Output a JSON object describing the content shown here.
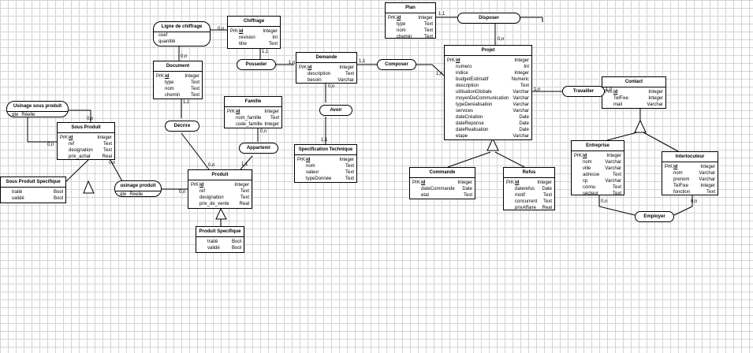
{
  "entities": {
    "plan": {
      "title": "Plan",
      "rows": [
        [
          "PrK",
          "id",
          "Integer"
        ],
        [
          "",
          "type",
          "Text"
        ],
        [
          "",
          "nom",
          "Text"
        ],
        [
          "",
          "chemin",
          "Text"
        ]
      ]
    },
    "chiffrage": {
      "title": "Chiffrage",
      "rows": [
        [
          "PrK",
          "id",
          "Integer"
        ],
        [
          "",
          "revision",
          "Int"
        ],
        [
          "",
          "titre",
          "Text"
        ]
      ]
    },
    "document": {
      "title": "Document",
      "rows": [
        [
          "PrK",
          "id",
          "Integer"
        ],
        [
          "",
          "type",
          "Text"
        ],
        [
          "",
          "nom",
          "Text"
        ],
        [
          "",
          "chemin",
          "Text"
        ]
      ]
    },
    "demande": {
      "title": "Demande",
      "rows": [
        [
          "PrK",
          "id",
          "Integer"
        ],
        [
          "",
          "description",
          "Text"
        ],
        [
          "",
          "besoin",
          "Varchar"
        ]
      ]
    },
    "projet": {
      "title": "Projet",
      "rows": [
        [
          "PrK",
          "id",
          "Integer"
        ],
        [
          "",
          "numero",
          "Int"
        ],
        [
          "",
          "indice",
          "Integer"
        ],
        [
          "",
          "budgetEstimatif",
          "Numeric"
        ],
        [
          "",
          "description",
          "Text"
        ],
        [
          "",
          "utilisationGlobale",
          "Varchar"
        ],
        [
          "",
          "moyenDeCommunication",
          "Varchar"
        ],
        [
          "",
          "typeDeréalisation",
          "Varchar"
        ],
        [
          "",
          "services",
          "Varchar"
        ],
        [
          "",
          "dateCréation",
          "Date"
        ],
        [
          "",
          "dateReponse",
          "Date"
        ],
        [
          "",
          "dateRealisation",
          "Date"
        ],
        [
          "",
          "etape",
          "Varchar"
        ]
      ]
    },
    "contact": {
      "title": "Contact",
      "rows": [
        [
          "PrK",
          "id",
          "Integer"
        ],
        [
          "",
          "TelFixe",
          "Integer"
        ],
        [
          "",
          "mail",
          "Varchar"
        ]
      ]
    },
    "famille": {
      "title": "Famille",
      "rows": [
        [
          "PrK",
          "id",
          "Integer"
        ],
        [
          "",
          "nom_famille",
          "Text"
        ],
        [
          "",
          "code_famille",
          "Integer"
        ]
      ]
    },
    "sousProduit": {
      "title": "Sous Produit",
      "rows": [
        [
          "PrK",
          "id",
          "Integer"
        ],
        [
          "",
          "ref",
          "Text"
        ],
        [
          "",
          "designation",
          "Text"
        ],
        [
          "",
          "prix_achat",
          "Real"
        ]
      ]
    },
    "specTech": {
      "title": "Specification Technique",
      "rows": [
        [
          "PrK",
          "id",
          "Integer"
        ],
        [
          "",
          "nom",
          "Text"
        ],
        [
          "",
          "valeur",
          "Text"
        ],
        [
          "",
          "typeDonnée",
          "Text"
        ]
      ]
    },
    "sousProduitSpec": {
      "title": "Sous Produit Specifique",
      "rows": [
        [
          "",
          "traité",
          "Bool"
        ],
        [
          "",
          "validé",
          "Bool"
        ]
      ]
    },
    "produit": {
      "title": "Produit",
      "rows": [
        [
          "PrK",
          "id",
          "Integer"
        ],
        [
          "",
          "ref",
          "Text"
        ],
        [
          "",
          "designation",
          "Text"
        ],
        [
          "",
          "prix_de_vente",
          "Real"
        ]
      ]
    },
    "produitSpec": {
      "title": "Produit Specifique",
      "rows": [
        [
          "",
          "traité",
          "Bool"
        ],
        [
          "",
          "validé",
          "Bool"
        ]
      ]
    },
    "commande": {
      "title": "Commande",
      "rows": [
        [
          "PrK",
          "id",
          "Integer"
        ],
        [
          "",
          "dateCommande",
          "Date"
        ],
        [
          "",
          "etat",
          "Text"
        ]
      ]
    },
    "refus": {
      "title": "Refus",
      "rows": [
        [
          "PrK",
          "id",
          "Integer"
        ],
        [
          "",
          "daterefus",
          "Date"
        ],
        [
          "",
          "motif",
          "Text"
        ],
        [
          "",
          "concurrent",
          "Text"
        ],
        [
          "",
          "prixAffaire",
          "Real"
        ]
      ]
    },
    "entreprise": {
      "title": "Entreprise",
      "rows": [
        [
          "PrK",
          "id",
          "Integer"
        ],
        [
          "",
          "nom",
          "Varchar"
        ],
        [
          "",
          "ville",
          "Varchar"
        ],
        [
          "",
          "adresse",
          "Text"
        ],
        [
          "",
          "cp",
          "Varchar"
        ],
        [
          "",
          "connu",
          "Text"
        ],
        [
          "",
          "secteur",
          "Text"
        ]
      ]
    },
    "interlocuteur": {
      "title": "Interlocuteur",
      "rows": [
        [
          "PrK",
          "id",
          "Integer"
        ],
        [
          "",
          "nom",
          "Varchar"
        ],
        [
          "",
          "prenom",
          "Varchar"
        ],
        [
          "",
          "TelFixe",
          "Integer"
        ],
        [
          "",
          "fonction",
          "Text"
        ]
      ]
    }
  },
  "associations": {
    "ligneChiffrage": {
      "title": "Ligne de chiffrage",
      "rows": [
        [
          "coef",
          ""
        ],
        [
          "quantité",
          ""
        ]
      ]
    },
    "usinageSousProduit": {
      "title": "Usinage sous produit",
      "rows": [
        [
          "qte",
          "Réelle"
        ]
      ]
    },
    "usinageProduit": {
      "title": "usinage produit",
      "rows": [
        [
          "qte",
          "Réelle"
        ]
      ]
    },
    "disposer": {
      "title": "Disposer",
      "rows": []
    },
    "posseder": {
      "title": "Posseder",
      "rows": []
    },
    "composer": {
      "title": "Composer",
      "rows": []
    },
    "travailler": {
      "title": "Travailler",
      "rows": []
    },
    "avoir": {
      "title": "Avoir",
      "rows": []
    },
    "decrire": {
      "title": "Décrire",
      "rows": []
    },
    "appartenir": {
      "title": "Appartenir",
      "rows": []
    },
    "employer": {
      "title": "Employer",
      "rows": []
    }
  },
  "cardinalities": {
    "plan_disposer": "1,1",
    "projet_disposer": "0,n",
    "chiffrage_ligne": "0,n",
    "document_ligne": "0,n",
    "chiffrage_posseder": "1,1",
    "demande_posseder": "1,n",
    "demande_composer": "1,1",
    "projet_composer": "1,n",
    "projet_travailler": "1,n",
    "contact_travailler": "1,n",
    "document_decrire": "1,1",
    "produit_decrire": "0,n",
    "demande_avoir": "0,n",
    "spec_avoir": "1,1",
    "famille_appartenir": "0,n",
    "produit_appartenir": "1,1",
    "sousprod_usinage_top": "0,n",
    "sousprod_usinage_left": "0,n",
    "sousprod_usinageprod": "0,n",
    "produit_usinageprod": "0,n",
    "entreprise_employer": "0,n",
    "interlocuteur_employer": "0,n"
  }
}
